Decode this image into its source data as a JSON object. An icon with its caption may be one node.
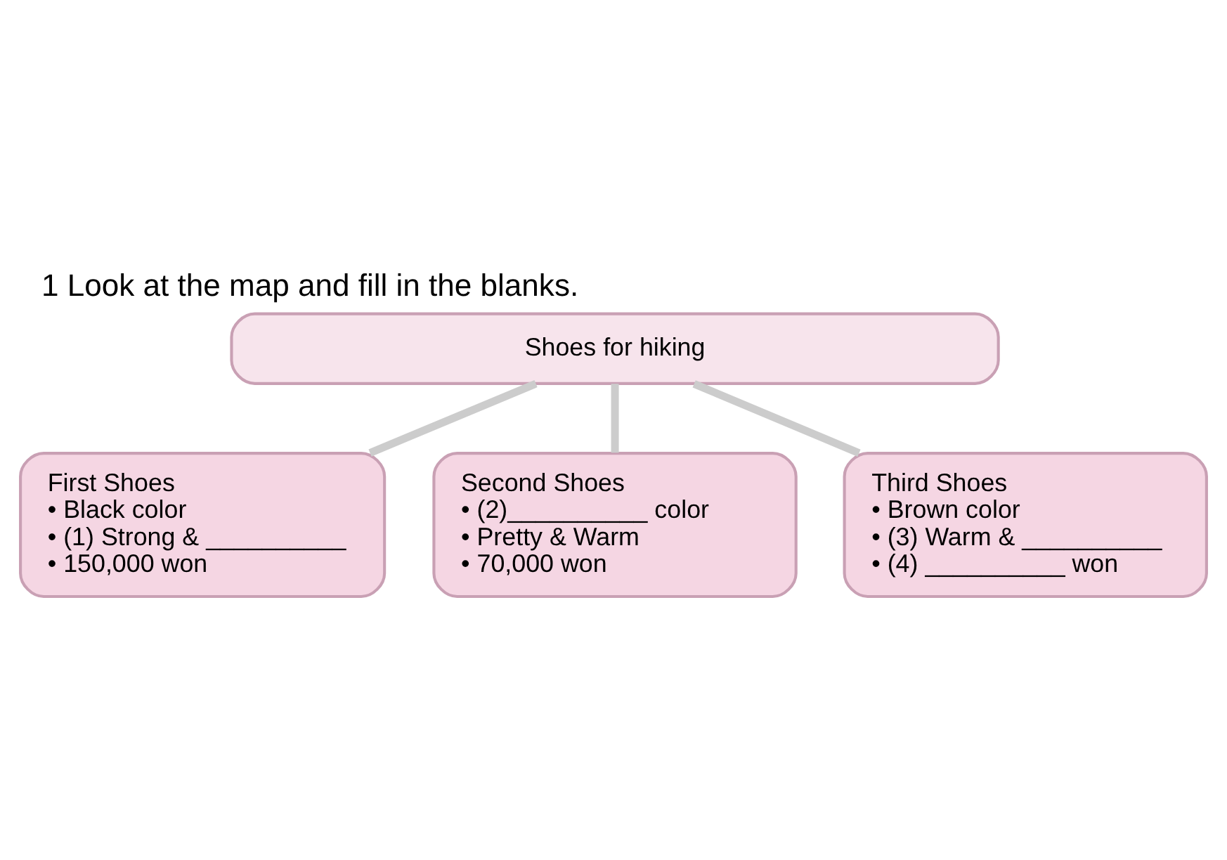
{
  "diagram": {
    "title": "1 Look at the map and fill in the blanks.",
    "nodes": [
      {
        "text": [
          "Shoes for hiking"
        ]
      },
      {
        "text": [
          "First Shoes",
          "• Black color",
          "• (1) Strong & __________",
          "• 150,000 won"
        ]
      },
      {
        "text": [
          "Second Shoes",
          "• (2)__________ color",
          "• Pretty & Warm",
          "• 70,000 won"
        ]
      },
      {
        "text": [
          "Third Shoes",
          "• Brown color",
          "• (3) Warm & __________",
          "• (4) __________ won"
        ]
      }
    ],
    "edges": [
      {
        "from": 0,
        "to": 1,
        "arrow": "none"
      },
      {
        "from": 0,
        "to": 2,
        "arrow": "none"
      },
      {
        "from": 0,
        "to": 3,
        "arrow": "none"
      }
    ]
  }
}
